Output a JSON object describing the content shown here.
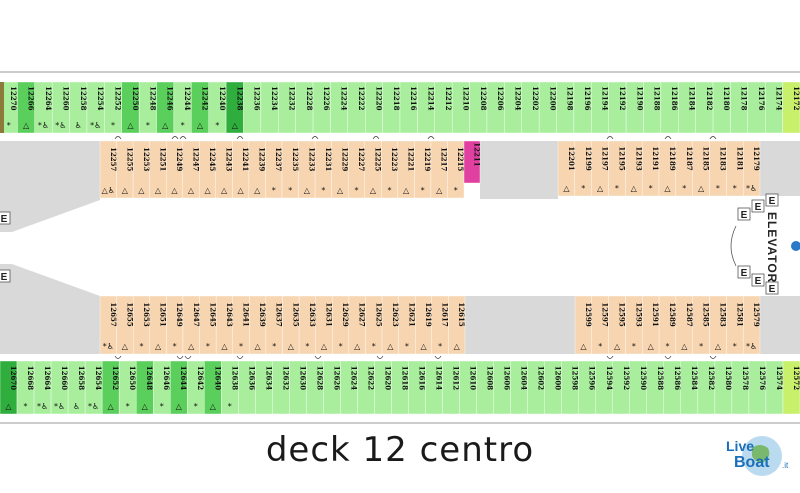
{
  "title": "deck 12 centro",
  "elevators_label": "ELEVATORS",
  "elevator_letter": "E",
  "logo": {
    "line1": "Live",
    "line2": "Boat",
    "suffix": ".it"
  },
  "colors": {
    "balcony": "#a8ee9c",
    "balcony_dark": "#5bcf5b",
    "balcony_darker": "#2fae3e",
    "interior": "#f7d5b0",
    "corridor": "#d9d9d9",
    "special": "#e040a0",
    "accent_end": "#c8f06a",
    "brown": "#8b7a3a"
  },
  "rows": {
    "top_outer": [
      {
        "n": "12270",
        "s": "*",
        "c": "balcony"
      },
      {
        "n": "12266",
        "s": "△",
        "c": "balcony_dark"
      },
      {
        "n": "12264",
        "s": "*♿",
        "c": "balcony"
      },
      {
        "n": "12260",
        "s": "*♿",
        "c": "balcony"
      },
      {
        "n": "12258",
        "s": "♿",
        "c": "balcony"
      },
      {
        "n": "12254",
        "s": "*♿",
        "c": "balcony"
      },
      {
        "n": "12252",
        "s": "*",
        "c": "balcony"
      },
      {
        "n": "12250",
        "s": "△",
        "c": "balcony_dark"
      },
      {
        "n": "12248",
        "s": "*",
        "c": "balcony"
      },
      {
        "n": "12246",
        "s": "△",
        "c": "balcony_dark"
      },
      {
        "n": "12244",
        "s": "*",
        "c": "balcony"
      },
      {
        "n": "12242",
        "s": "△",
        "c": "balcony_dark"
      },
      {
        "n": "12240",
        "s": "*",
        "c": "balcony"
      },
      {
        "n": "12238",
        "s": "△",
        "c": "balcony_darker"
      },
      {
        "n": "12236",
        "s": "",
        "c": "balcony"
      },
      {
        "n": "12234",
        "s": "",
        "c": "balcony"
      },
      {
        "n": "12232",
        "s": "",
        "c": "balcony"
      },
      {
        "n": "12228",
        "s": "",
        "c": "balcony"
      },
      {
        "n": "12226",
        "s": "",
        "c": "balcony"
      },
      {
        "n": "12224",
        "s": "",
        "c": "balcony"
      },
      {
        "n": "12222",
        "s": "",
        "c": "balcony"
      },
      {
        "n": "12220",
        "s": "",
        "c": "balcony"
      },
      {
        "n": "12218",
        "s": "",
        "c": "balcony"
      },
      {
        "n": "12216",
        "s": "",
        "c": "balcony"
      },
      {
        "n": "12214",
        "s": "",
        "c": "balcony"
      },
      {
        "n": "12212",
        "s": "",
        "c": "balcony"
      },
      {
        "n": "12210",
        "s": "",
        "c": "balcony"
      },
      {
        "n": "12208",
        "s": "",
        "c": "balcony"
      },
      {
        "n": "12206",
        "s": "",
        "c": "balcony"
      },
      {
        "n": "12204",
        "s": "",
        "c": "balcony"
      },
      {
        "n": "12202",
        "s": "",
        "c": "balcony"
      },
      {
        "n": "12200",
        "s": "",
        "c": "balcony"
      },
      {
        "n": "12198",
        "s": "",
        "c": "balcony"
      },
      {
        "n": "12196",
        "s": "",
        "c": "balcony"
      },
      {
        "n": "12194",
        "s": "",
        "c": "balcony"
      },
      {
        "n": "12192",
        "s": "",
        "c": "balcony"
      },
      {
        "n": "12190",
        "s": "",
        "c": "balcony"
      },
      {
        "n": "12188",
        "s": "",
        "c": "balcony"
      },
      {
        "n": "12186",
        "s": "",
        "c": "balcony"
      },
      {
        "n": "12184",
        "s": "",
        "c": "balcony"
      },
      {
        "n": "12182",
        "s": "",
        "c": "balcony"
      },
      {
        "n": "12180",
        "s": "",
        "c": "balcony"
      },
      {
        "n": "12178",
        "s": "",
        "c": "balcony"
      },
      {
        "n": "12176",
        "s": "",
        "c": "balcony"
      },
      {
        "n": "12174",
        "s": "",
        "c": "balcony"
      },
      {
        "n": "12172",
        "s": "",
        "c": "accent_end"
      }
    ],
    "top_inner_left": [
      {
        "n": "12257",
        "s": "△♿"
      },
      {
        "n": "12255",
        "s": "△"
      },
      {
        "n": "12253",
        "s": "△"
      },
      {
        "n": "12251",
        "s": "△"
      },
      {
        "n": "12249",
        "s": "△"
      },
      {
        "n": "12247",
        "s": "△"
      },
      {
        "n": "12245",
        "s": "△"
      },
      {
        "n": "12243",
        "s": "△"
      },
      {
        "n": "12241",
        "s": "△"
      },
      {
        "n": "12239",
        "s": "△"
      },
      {
        "n": "12237",
        "s": "*"
      },
      {
        "n": "12235",
        "s": "*"
      },
      {
        "n": "12233",
        "s": "△"
      },
      {
        "n": "12231",
        "s": "*"
      },
      {
        "n": "12229",
        "s": "△"
      },
      {
        "n": "12227",
        "s": "*"
      },
      {
        "n": "12225",
        "s": "△"
      },
      {
        "n": "12223",
        "s": "*"
      },
      {
        "n": "12221",
        "s": "△"
      },
      {
        "n": "12219",
        "s": "*"
      },
      {
        "n": "12217",
        "s": "△"
      },
      {
        "n": "12215",
        "s": "*"
      }
    ],
    "top_special": {
      "n": "12211"
    },
    "top_inner_right": [
      {
        "n": "12201",
        "s": "△"
      },
      {
        "n": "12199",
        "s": "*"
      },
      {
        "n": "12197",
        "s": "△"
      },
      {
        "n": "12195",
        "s": "*"
      },
      {
        "n": "12193",
        "s": "△"
      },
      {
        "n": "12191",
        "s": "*"
      },
      {
        "n": "12189",
        "s": "△"
      },
      {
        "n": "12187",
        "s": "*"
      },
      {
        "n": "12185",
        "s": "△"
      },
      {
        "n": "12183",
        "s": "*"
      },
      {
        "n": "12181",
        "s": "*"
      },
      {
        "n": "12179",
        "s": "*♿"
      }
    ],
    "bottom_inner_left": [
      {
        "n": "12657",
        "s": "*♿"
      },
      {
        "n": "12655",
        "s": "△"
      },
      {
        "n": "12653",
        "s": "*"
      },
      {
        "n": "12651",
        "s": "△"
      },
      {
        "n": "12649",
        "s": "*"
      },
      {
        "n": "12647",
        "s": "△"
      },
      {
        "n": "12645",
        "s": "*"
      },
      {
        "n": "12643",
        "s": "△"
      },
      {
        "n": "12641",
        "s": "*"
      },
      {
        "n": "12639",
        "s": "△"
      },
      {
        "n": "12637",
        "s": "*"
      },
      {
        "n": "12635",
        "s": "△"
      },
      {
        "n": "12633",
        "s": "*"
      },
      {
        "n": "12631",
        "s": "△"
      },
      {
        "n": "12629",
        "s": "*"
      },
      {
        "n": "12627",
        "s": "△"
      },
      {
        "n": "12625",
        "s": "*"
      },
      {
        "n": "12623",
        "s": "△"
      },
      {
        "n": "12621",
        "s": "*"
      },
      {
        "n": "12619",
        "s": "△"
      },
      {
        "n": "12617",
        "s": "*"
      },
      {
        "n": "12615",
        "s": "△"
      }
    ],
    "bottom_inner_right": [
      {
        "n": "12599",
        "s": "△"
      },
      {
        "n": "12597",
        "s": "*"
      },
      {
        "n": "12595",
        "s": "△"
      },
      {
        "n": "12593",
        "s": "*"
      },
      {
        "n": "12591",
        "s": "△"
      },
      {
        "n": "12589",
        "s": "*"
      },
      {
        "n": "12587",
        "s": "△"
      },
      {
        "n": "12585",
        "s": "*"
      },
      {
        "n": "12583",
        "s": "△"
      },
      {
        "n": "12581",
        "s": "*"
      },
      {
        "n": "12579",
        "s": "*♿"
      }
    ],
    "bottom_outer": [
      {
        "n": "12670",
        "s": "△",
        "c": "balcony_darker"
      },
      {
        "n": "12668",
        "s": "*",
        "c": "balcony"
      },
      {
        "n": "12664",
        "s": "*♿",
        "c": "balcony"
      },
      {
        "n": "12660",
        "s": "*♿",
        "c": "balcony"
      },
      {
        "n": "12658",
        "s": "♿",
        "c": "balcony"
      },
      {
        "n": "12654",
        "s": "*♿",
        "c": "balcony"
      },
      {
        "n": "12652",
        "s": "△",
        "c": "balcony_dark"
      },
      {
        "n": "12650",
        "s": "*",
        "c": "balcony"
      },
      {
        "n": "12648",
        "s": "△",
        "c": "balcony_dark"
      },
      {
        "n": "12646",
        "s": "*",
        "c": "balcony"
      },
      {
        "n": "12644",
        "s": "△",
        "c": "balcony_dark"
      },
      {
        "n": "12642",
        "s": "*",
        "c": "balcony"
      },
      {
        "n": "12640",
        "s": "△",
        "c": "balcony_dark"
      },
      {
        "n": "12638",
        "s": "*",
        "c": "balcony"
      },
      {
        "n": "12636",
        "s": "",
        "c": "balcony"
      },
      {
        "n": "12634",
        "s": "",
        "c": "balcony"
      },
      {
        "n": "12632",
        "s": "",
        "c": "balcony"
      },
      {
        "n": "12630",
        "s": "",
        "c": "balcony"
      },
      {
        "n": "12628",
        "s": "",
        "c": "balcony"
      },
      {
        "n": "12626",
        "s": "",
        "c": "balcony"
      },
      {
        "n": "12624",
        "s": "",
        "c": "balcony"
      },
      {
        "n": "12622",
        "s": "",
        "c": "balcony"
      },
      {
        "n": "12620",
        "s": "",
        "c": "balcony"
      },
      {
        "n": "12618",
        "s": "",
        "c": "balcony"
      },
      {
        "n": "12616",
        "s": "",
        "c": "balcony"
      },
      {
        "n": "12614",
        "s": "",
        "c": "balcony"
      },
      {
        "n": "12612",
        "s": "",
        "c": "balcony"
      },
      {
        "n": "12610",
        "s": "",
        "c": "balcony"
      },
      {
        "n": "12608",
        "s": "",
        "c": "balcony"
      },
      {
        "n": "12606",
        "s": "",
        "c": "balcony"
      },
      {
        "n": "12604",
        "s": "",
        "c": "balcony"
      },
      {
        "n": "12602",
        "s": "",
        "c": "balcony"
      },
      {
        "n": "12600",
        "s": "",
        "c": "balcony"
      },
      {
        "n": "12598",
        "s": "",
        "c": "balcony"
      },
      {
        "n": "12596",
        "s": "",
        "c": "balcony"
      },
      {
        "n": "12594",
        "s": "",
        "c": "balcony"
      },
      {
        "n": "12592",
        "s": "",
        "c": "balcony"
      },
      {
        "n": "12590",
        "s": "",
        "c": "balcony"
      },
      {
        "n": "12588",
        "s": "",
        "c": "balcony"
      },
      {
        "n": "12586",
        "s": "",
        "c": "balcony"
      },
      {
        "n": "12584",
        "s": "",
        "c": "balcony"
      },
      {
        "n": "12582",
        "s": "",
        "c": "balcony"
      },
      {
        "n": "12580",
        "s": "",
        "c": "balcony"
      },
      {
        "n": "12578",
        "s": "",
        "c": "balcony"
      },
      {
        "n": "12576",
        "s": "",
        "c": "balcony"
      },
      {
        "n": "12574",
        "s": "",
        "c": "balcony"
      },
      {
        "n": "12572",
        "s": "",
        "c": "accent_end"
      }
    ]
  }
}
